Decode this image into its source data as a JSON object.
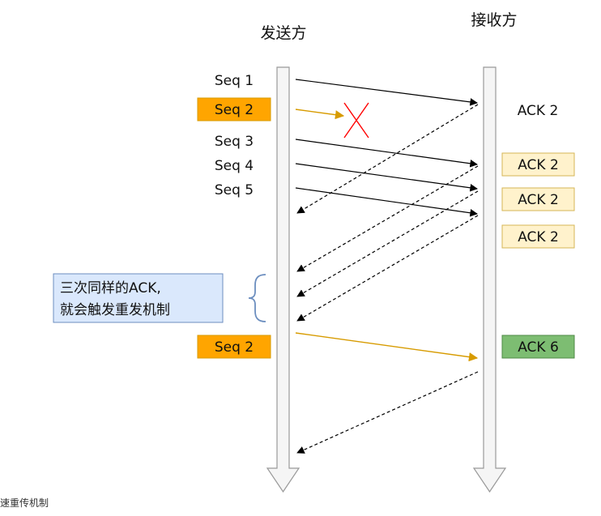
{
  "headers": {
    "sender": "发送方",
    "receiver": "接收方"
  },
  "sender_labels": [
    {
      "text": "Seq 1",
      "highlight": false
    },
    {
      "text": "Seq 2",
      "highlight": true
    },
    {
      "text": "Seq 3",
      "highlight": false
    },
    {
      "text": "Seq 4",
      "highlight": false
    },
    {
      "text": "Seq 5",
      "highlight": false
    },
    {
      "text": "Seq 2",
      "highlight": true
    }
  ],
  "receiver_labels": [
    {
      "text": "ACK 2",
      "style": "plain"
    },
    {
      "text": "ACK 2",
      "style": "cream"
    },
    {
      "text": "ACK 2",
      "style": "cream"
    },
    {
      "text": "ACK 2",
      "style": "cream"
    },
    {
      "text": "ACK 6",
      "style": "green"
    }
  ],
  "note": {
    "line1": "三次同样的ACK,",
    "line2": "就会触发重发机制"
  },
  "caption": "速重传机制",
  "colors": {
    "orange_fill": "#ffa500",
    "orange_stroke": "#d79b00",
    "orange_arrow": "#d79b00",
    "cream_fill": "#fff2cc",
    "cream_stroke": "#d6b656",
    "green_fill": "#7dbd72",
    "green_stroke": "#4e8a45",
    "note_fill": "#dae8fc",
    "note_stroke": "#6c8ebf",
    "lost_mark": "#ff0000",
    "timeline_fill": "#f5f5f5",
    "timeline_stroke": "#999999"
  }
}
